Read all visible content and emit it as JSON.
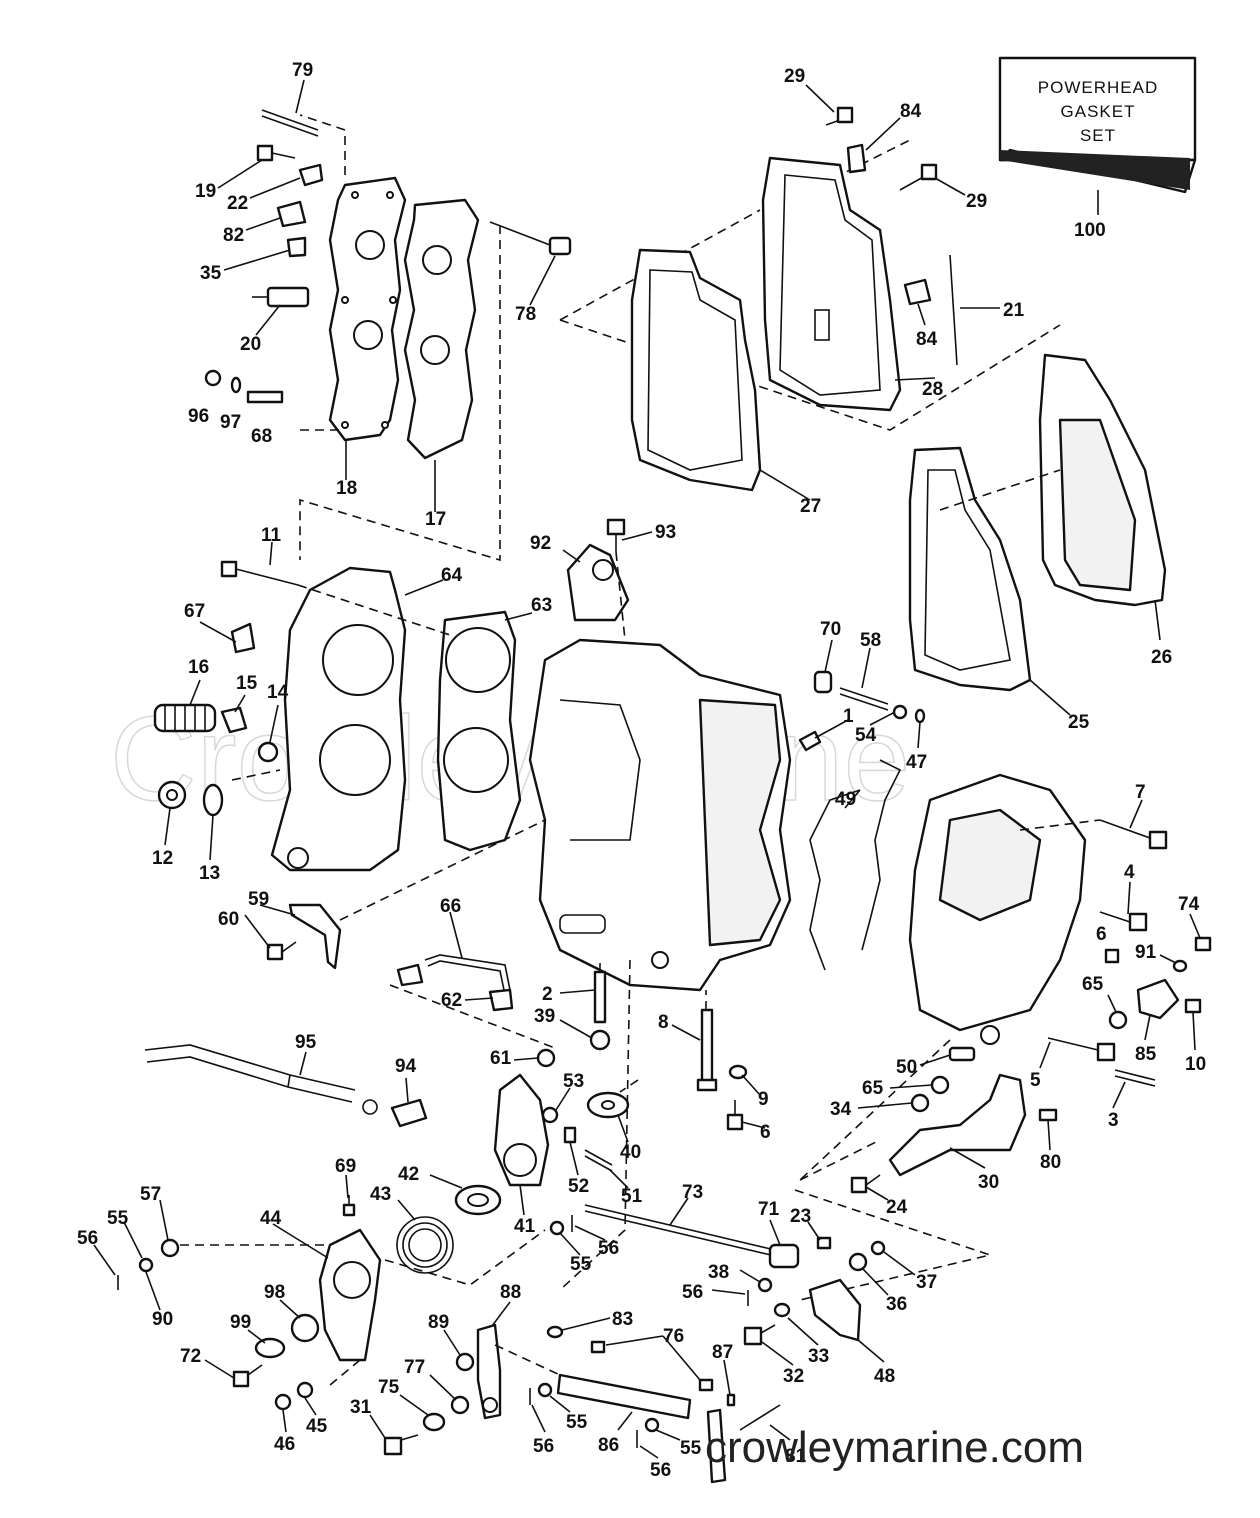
{
  "kit_label": [
    "POWERHEAD",
    "GASKET",
    "SET"
  ],
  "watermark": "CrowleyMarine",
  "site_url": "crowleymarine.com",
  "callouts": {
    "c79": "79",
    "c19": "19",
    "c22": "22",
    "c82": "82",
    "c35": "35",
    "c20": "20",
    "c96": "96",
    "c97": "97",
    "c68": "68",
    "c18": "18",
    "c17": "17",
    "c78": "78",
    "c29a": "29",
    "c84a": "84",
    "c29b": "29",
    "c100": "100",
    "c21": "21",
    "c84b": "84",
    "c28": "28",
    "c27": "27",
    "c26": "26",
    "c25": "25",
    "c11": "11",
    "c64": "64",
    "c67": "67",
    "c16": "16",
    "c15": "15",
    "c14": "14",
    "c12": "12",
    "c13": "13",
    "c63": "63",
    "c92": "92",
    "c93": "93",
    "c70": "70",
    "c58": "58",
    "c1": "1",
    "c54": "54",
    "c47": "47",
    "c49": "49",
    "c7": "7",
    "c4": "4",
    "c74": "74",
    "c6a": "6",
    "c91": "91",
    "c65a": "65",
    "c85": "85",
    "c10": "10",
    "c50": "50",
    "c5": "5",
    "c65b": "65",
    "c34": "34",
    "c3": "3",
    "c80": "80",
    "c30": "30",
    "c24": "24",
    "c59": "59",
    "c60": "60",
    "c66": "66",
    "c62": "62",
    "c2": "2",
    "c39": "39",
    "c8": "8",
    "c9": "9",
    "c6b": "6",
    "c40": "40",
    "c61": "61",
    "c53": "53",
    "c52": "52",
    "c51": "51",
    "c95": "95",
    "c94": "94",
    "c69": "69",
    "c42": "42",
    "c43": "43",
    "c41": "41",
    "c55a": "55",
    "c56a": "56",
    "c57": "57",
    "c55b": "55",
    "c56b": "56",
    "c44": "44",
    "c90": "90",
    "c98": "98",
    "c99": "99",
    "c72": "72",
    "c45": "45",
    "c46": "46",
    "c31": "31",
    "c75": "75",
    "c77": "77",
    "c89": "89",
    "c88": "88",
    "c83": "83",
    "c76": "76",
    "c73": "73",
    "c71": "71",
    "c23": "23",
    "c38": "38",
    "c56c": "56",
    "c37": "37",
    "c36": "36",
    "c87": "87",
    "c32": "32",
    "c33": "33",
    "c48": "48",
    "c55c": "55",
    "c56d": "56",
    "c86": "86",
    "c55d": "55",
    "c56e": "56",
    "c81": "81"
  }
}
